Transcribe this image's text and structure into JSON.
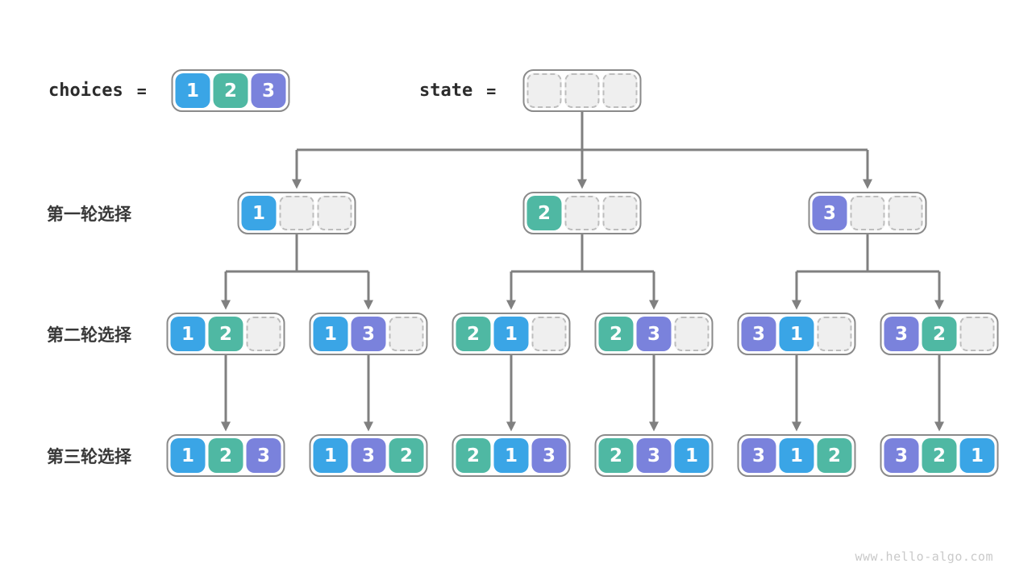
{
  "header": {
    "choices_label": "choices",
    "state_label": "state",
    "equals": "=",
    "choices_cells": [
      "1",
      "2",
      "3"
    ],
    "state_cells": [
      "",
      "",
      ""
    ]
  },
  "rows": [
    {
      "label": "第一轮选择",
      "containers": [
        [
          "1",
          "",
          ""
        ],
        [
          "2",
          "",
          ""
        ],
        [
          "3",
          "",
          ""
        ]
      ]
    },
    {
      "label": "第二轮选择",
      "containers": [
        [
          "1",
          "2",
          ""
        ],
        [
          "1",
          "3",
          ""
        ],
        [
          "2",
          "1",
          ""
        ],
        [
          "2",
          "3",
          ""
        ],
        [
          "3",
          "1",
          ""
        ],
        [
          "3",
          "2",
          ""
        ]
      ]
    },
    {
      "label": "第三轮选择",
      "containers": [
        [
          "1",
          "2",
          "3"
        ],
        [
          "1",
          "3",
          "2"
        ],
        [
          "2",
          "1",
          "3"
        ],
        [
          "2",
          "3",
          "1"
        ],
        [
          "3",
          "1",
          "2"
        ],
        [
          "3",
          "2",
          "1"
        ]
      ]
    }
  ],
  "watermark": "www.hello-algo.com",
  "colors": {
    "tile-1": "#3aa5e6",
    "tile-2": "#4fb8a3",
    "tile-3": "#7a82dc",
    "empty-bg": "#efefef",
    "empty-border": "#bdbdbd",
    "box-border": "#8a8a8a",
    "arrow": "#808080",
    "label": "#383838",
    "code": "#2b2b2b",
    "watermark-color": "#c9c9c9"
  }
}
